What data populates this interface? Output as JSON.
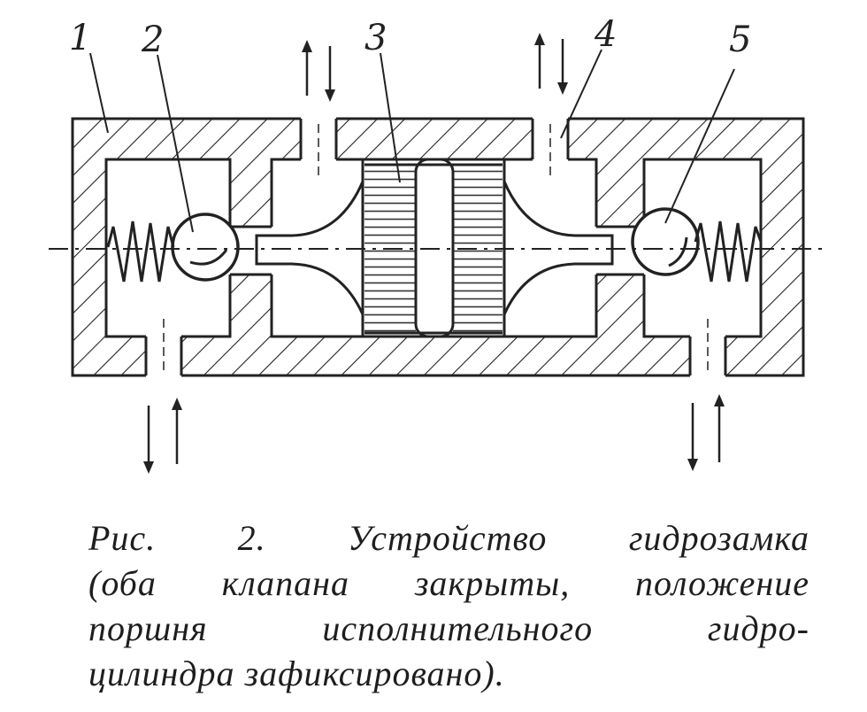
{
  "labels": [
    "1",
    "2",
    "3",
    "4",
    "5"
  ],
  "caption": {
    "lines": [
      "Рис.  2.  Устройство  гидрозамка",
      "(оба клапана закрыты, положение",
      "поршня  исполнительного  гидро-",
      "цилиндра зафиксировано)."
    ]
  },
  "colors": {
    "ink": "#1e1e1e",
    "paper": "#ffffff"
  }
}
